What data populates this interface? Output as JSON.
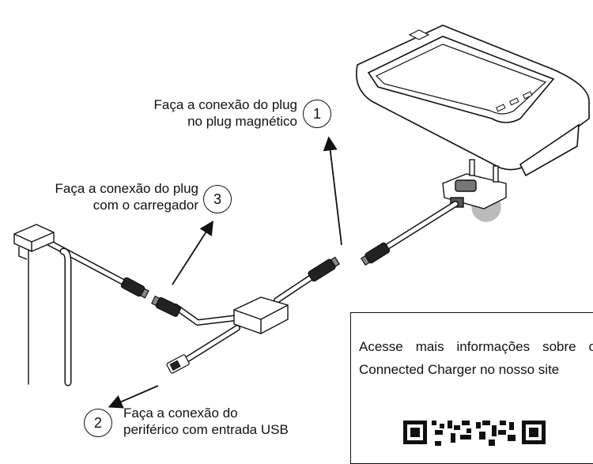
{
  "callouts": [
    {
      "number": "1",
      "line1": "Faça a conexão do plug",
      "line2": "no plug magnético"
    },
    {
      "number": "2",
      "line1": "Faça a conexão do",
      "line2": "periférico com entrada USB"
    },
    {
      "number": "3",
      "line1": "Faça a conexão do plug",
      "line2": "com o carregador"
    }
  ],
  "info_box": {
    "text": "Acesse mais informações sobre o Connected Charger no nosso site"
  },
  "colors": {
    "line": "#111111",
    "fill": "#ffffff",
    "shade": "#9a9a9a"
  }
}
